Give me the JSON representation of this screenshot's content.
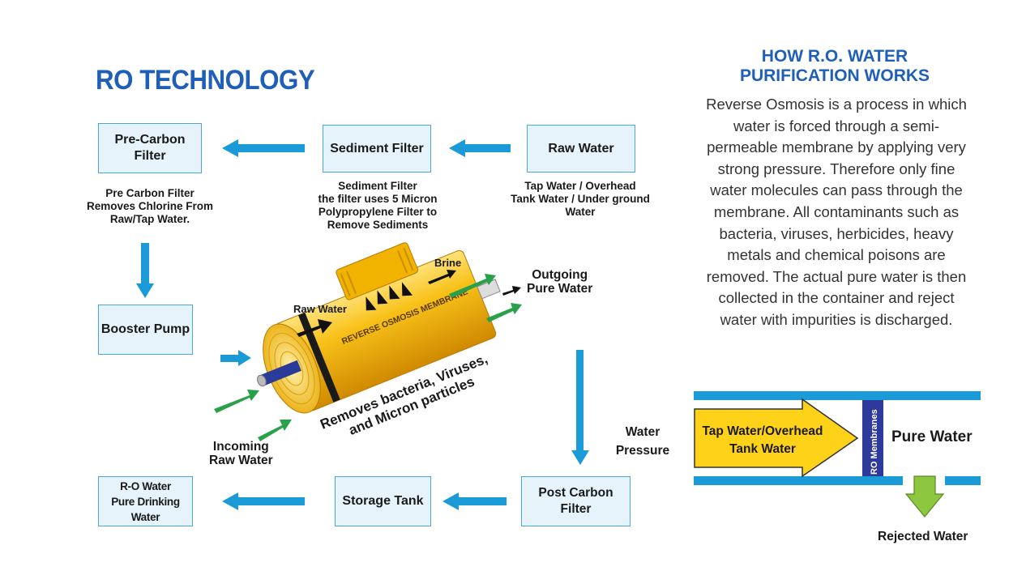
{
  "title": "RO  TECHNOLOGY",
  "boxes": {
    "pre_carbon": "Pre-Carbon\nFilter",
    "sediment": "Sediment Filter",
    "raw_water": "Raw Water",
    "booster": "Booster Pump",
    "ro_water": "R-O Water\nPure Drinking Water",
    "storage": "Storage Tank",
    "post_carbon": "Post Carbon Filter"
  },
  "captions": {
    "pre_carbon": "Pre Carbon Filter\nRemoves Chlorine From\nRaw/Tap Water.",
    "sediment": "Sediment Filter\nthe filter uses 5 Micron\nPolypropylene Filter to\nRemove Sediments",
    "raw_water": "Tap Water / Overhead\nTank Water / Under ground\nWater"
  },
  "membrane": {
    "raw_water": "Raw Water",
    "brine": "Brine",
    "outgoing": "Outgoing\nPure Water",
    "incoming": "Incoming\nRaw Water",
    "band_label": "REVERSE OSMOSIS MEMBRANE",
    "removes_1": "Removes bacteria, Viruses,",
    "removes_2": "and Micron particles",
    "water_pressure": "Water\nPressure"
  },
  "side": {
    "title": "HOW R.O. WATER\nPURIFICATION WORKS",
    "text": "Reverse Osmosis is a process in which water is forced through a semi-permeable membrane by applying very strong pressure. Therefore only fine water molecules can pass through the membrane. All contaminants such as bacteria, viruses, herbicides, heavy metals and chemical poisons are removed. The actual pure water is then collected in the container and reject water with impurities is discharged."
  },
  "schematic": {
    "input": "Tap Water/Overhead\nTank Water",
    "membranes": "RO Membranes",
    "pure": "Pure Water",
    "rejected": "Rejected Water"
  },
  "colors": {
    "accent_blue": "#1f5fb8",
    "arrow_blue": "#1a9ad6",
    "box_fill": "#e6f3fb",
    "box_border": "#4aa6dc",
    "membrane_yellow": "#f5b800",
    "green": "#2aa04a",
    "schematic_yellow": "#ffd21a",
    "reject_green": "#8dc63f"
  }
}
